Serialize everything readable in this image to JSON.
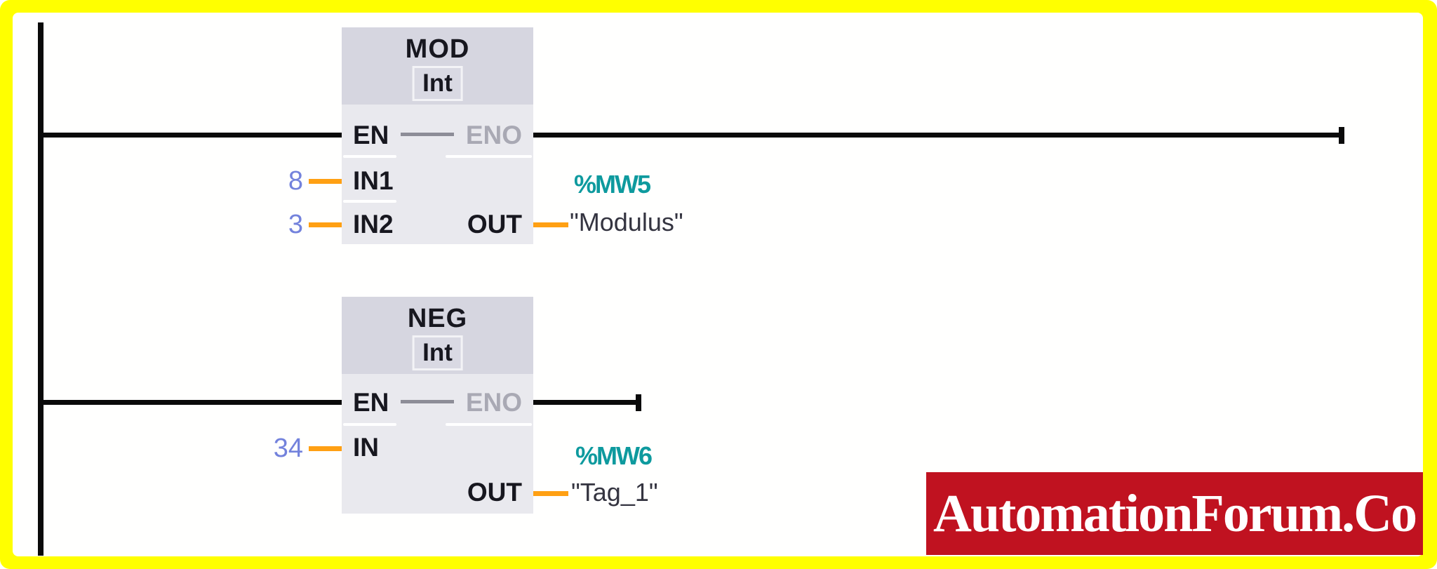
{
  "editor": {
    "rungs": [
      {
        "block": {
          "title": "MOD",
          "type": "Int",
          "pin_en": "EN",
          "pin_eno": "ENO",
          "pin_in1": "IN1",
          "pin_in2": "IN2",
          "pin_out": "OUT",
          "in1_value": "8",
          "in2_value": "3",
          "out_address": "%MW5",
          "out_tag": "\"Modulus\""
        }
      },
      {
        "block": {
          "title": "NEG",
          "type": "Int",
          "pin_en": "EN",
          "pin_eno": "ENO",
          "pin_in": "IN",
          "pin_out": "OUT",
          "in_value": "34",
          "out_address": "%MW6",
          "out_tag": "\"Tag_1\""
        }
      }
    ]
  },
  "watermark": {
    "text": "AutomationForum.Co"
  },
  "colors": {
    "frame_border": "#ffff00",
    "wire": "#0a0a0a",
    "operand_wire": "#ffa013",
    "block_header": "#d6d6e0",
    "block_body": "#e9e9ee",
    "address_text": "#0e9a9e",
    "constant_text": "#7382dc",
    "eno_disabled_text": "#a9a9b4",
    "watermark_bg": "#c01220",
    "watermark_text": "#ffffff"
  }
}
